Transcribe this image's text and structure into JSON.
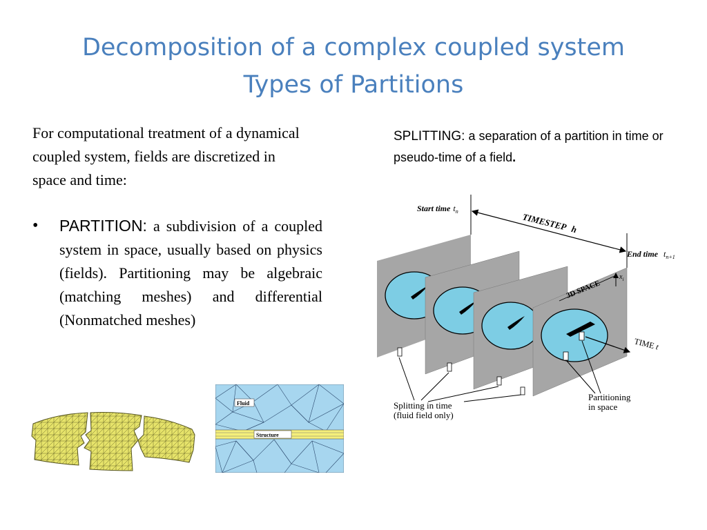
{
  "slide": {
    "title_line1": "Decomposition of a complex coupled system",
    "title_line2": "Types of Partitions",
    "intro_text": "For computational treatment of a dynamical coupled system, fields are discretized in space and time:",
    "bullet": {
      "marker": "•",
      "term": "PARTITION:",
      "text": " a subdivision of a coupled system in space, usually based on physics (fields). Partitioning may be algebraic (matching meshes) and differential (Nonmatched meshes)"
    },
    "splitting": {
      "term": "SPLITTING:",
      "text": " a separation of a partition in time or pseudo-time of a field",
      "end": "."
    },
    "fluid_figure": {
      "fluid_label": "Fluid",
      "structure_label": "Structure"
    },
    "timestep_figure": {
      "start_time_label": "Start time",
      "start_time_symbol": "t",
      "start_time_sub": "n",
      "timestep_label": "TIMESTEP",
      "timestep_symbol": "h",
      "end_time_label": "End time",
      "end_time_symbol": "t",
      "end_time_sub": "n+1",
      "space_label": "3D SPACE",
      "space_symbol": "x",
      "space_sub": "i",
      "time_axis_label": "TIME",
      "time_axis_symbol": "t",
      "splitting_caption_1": "Splitting in time",
      "splitting_caption_2": "(fluid field only)",
      "partitioning_caption_1": "Partitioning",
      "partitioning_caption_2": "in space"
    },
    "colors": {
      "title": "#4a80bd",
      "mesh_yellow": "#e6e36a",
      "fluid_blue": "#a7d6ef",
      "structure_yellow": "#f5ef7a",
      "plane_gray": "#a6a6a6",
      "ellipse_blue": "#7dcde4"
    }
  }
}
